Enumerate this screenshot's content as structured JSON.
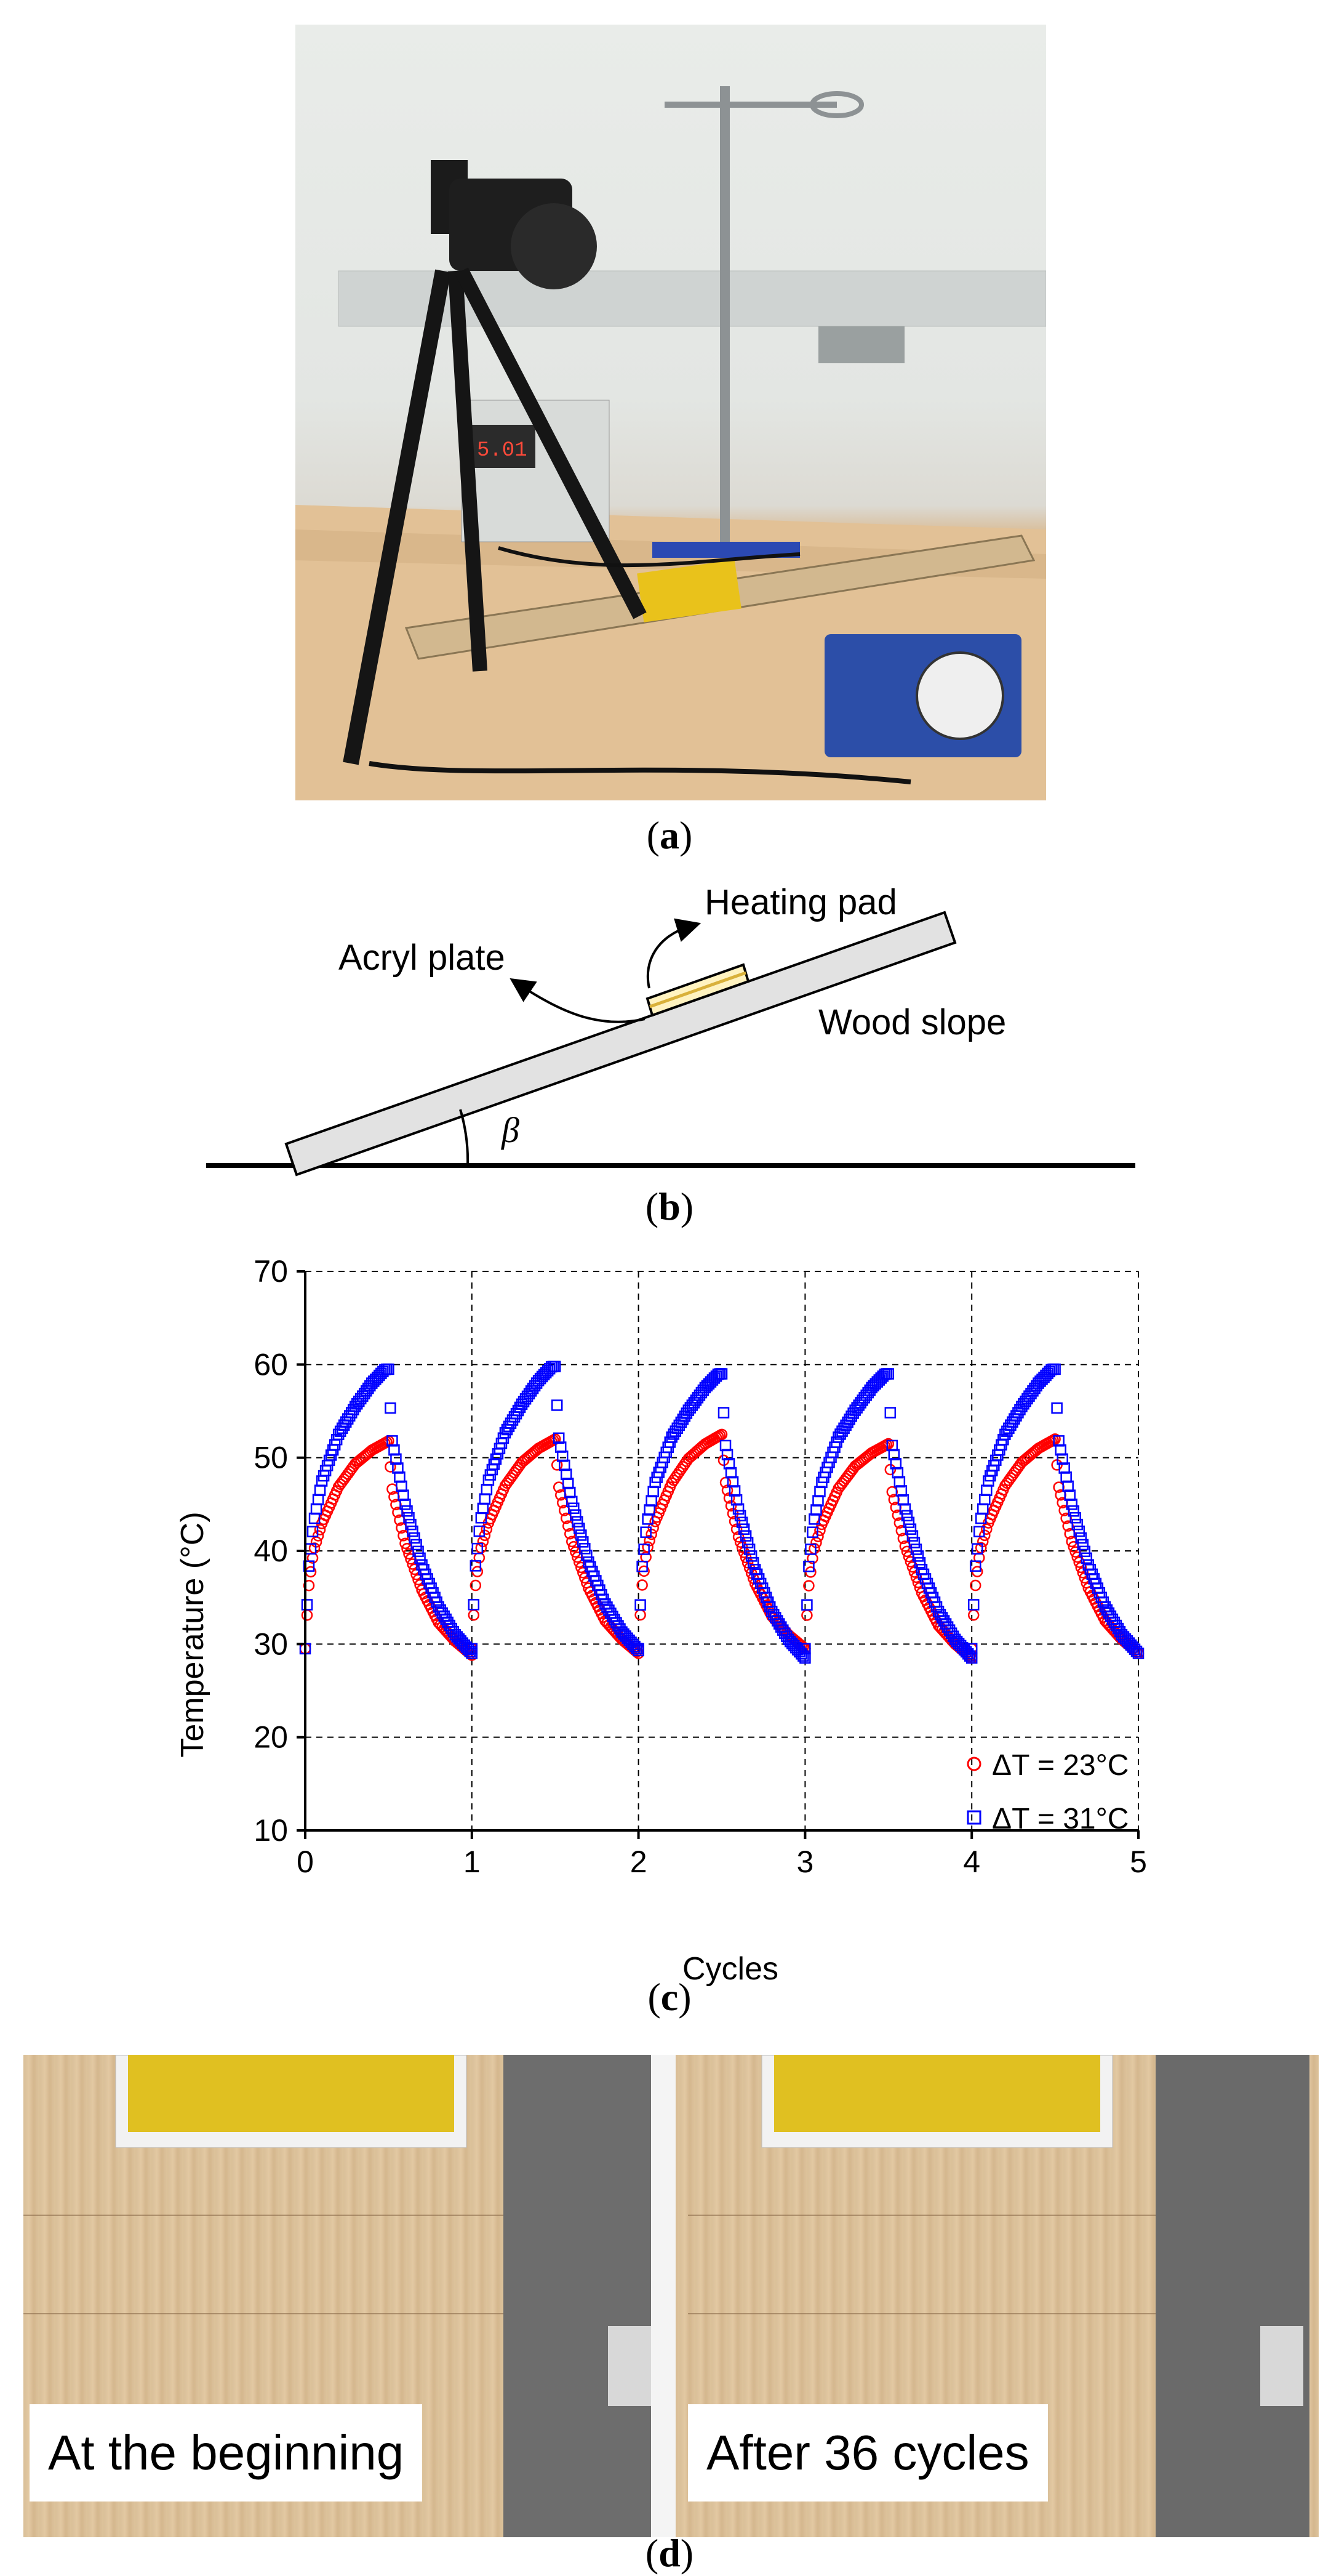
{
  "captions": {
    "a": "a",
    "b": "b",
    "c": "c",
    "d": "d"
  },
  "diagram": {
    "heating_pad": "Heating pad",
    "acryl_plate": "Acryl plate",
    "wood_slope": "Wood slope",
    "angle": "β"
  },
  "photo_d": {
    "left_label": "At the beginning",
    "right_label": "After 36 cycles"
  },
  "chart_data": {
    "type": "scatter",
    "xlabel": "Cycles",
    "ylabel": "Temperature (°C)",
    "xlim": [
      0,
      5
    ],
    "ylim": [
      10,
      70
    ],
    "xticks": [
      0,
      1,
      2,
      3,
      4,
      5
    ],
    "yticks": [
      10,
      20,
      30,
      40,
      50,
      60,
      70
    ],
    "grid": "dashed",
    "legend_position": "bottom-right",
    "series": [
      {
        "name": "ΔT = 23°C",
        "marker": "circle",
        "color": "#ff0000",
        "cycle_shape": {
          "t": [
            0,
            0.02,
            0.05,
            0.1,
            0.2,
            0.3,
            0.4,
            0.48,
            0.5,
            0.52,
            0.6,
            0.7,
            0.8,
            0.9,
            1.0
          ],
          "temp": [
            29.5,
            36,
            40,
            43,
            47,
            49.5,
            51,
            51.8,
            52,
            47,
            41,
            36,
            32.5,
            30.5,
            29
          ]
        },
        "peaks": [
          51.8,
          52,
          52.5,
          51.5,
          52
        ]
      },
      {
        "name": "ΔT = 31°C",
        "marker": "square",
        "color": "#0000ff",
        "cycle_shape": {
          "t": [
            0,
            0.02,
            0.05,
            0.1,
            0.2,
            0.3,
            0.4,
            0.48,
            0.5,
            0.52,
            0.6,
            0.7,
            0.8,
            0.9,
            1.0
          ],
          "temp": [
            29.5,
            38,
            43,
            47.5,
            52.5,
            55.5,
            58,
            59.5,
            59.5,
            52,
            45,
            38.5,
            34,
            31,
            29
          ]
        },
        "peaks": [
          59.5,
          59.8,
          59,
          59,
          59.5
        ]
      }
    ]
  },
  "colors": {
    "red_series": "#ff0000",
    "blue_series": "#0000ff"
  }
}
